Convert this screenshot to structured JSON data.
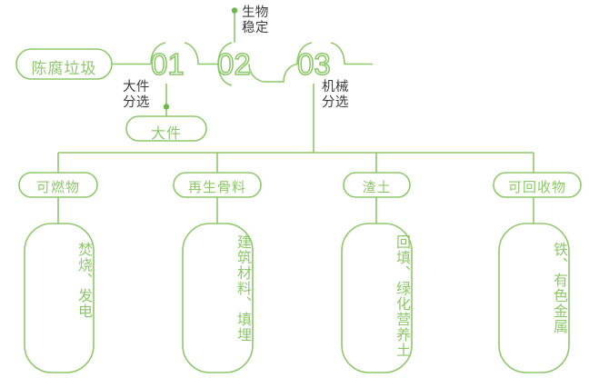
{
  "theme": {
    "line_color": "#8ec86b",
    "dot_color": "#6db84a",
    "label_color": "#3c3c3c",
    "background": "#ffffff"
  },
  "diagram": {
    "type": "process-flow",
    "source": {
      "label": "陈腐垃圾",
      "shape": "pill"
    },
    "steps": [
      {
        "number": "01",
        "label": "大件\n分选"
      },
      {
        "number": "02",
        "label": "生物\n稳定"
      },
      {
        "number": "03",
        "label": "机械\n分选"
      }
    ],
    "step_outputs": [
      {
        "from": "01",
        "label": "大件",
        "shape": "pill"
      }
    ],
    "outputs": [
      {
        "pill": "可燃物",
        "detail": "焚烧、发电"
      },
      {
        "pill": "再生骨料",
        "detail": "建筑材料、填埋"
      },
      {
        "pill": "渣土",
        "detail": "回填、绿化营养土"
      },
      {
        "pill": "可回收物",
        "detail": "铁、有色金属"
      }
    ]
  },
  "icons": {
    "node_dot": "node-dot-icon",
    "connector": "connector-line-icon"
  }
}
